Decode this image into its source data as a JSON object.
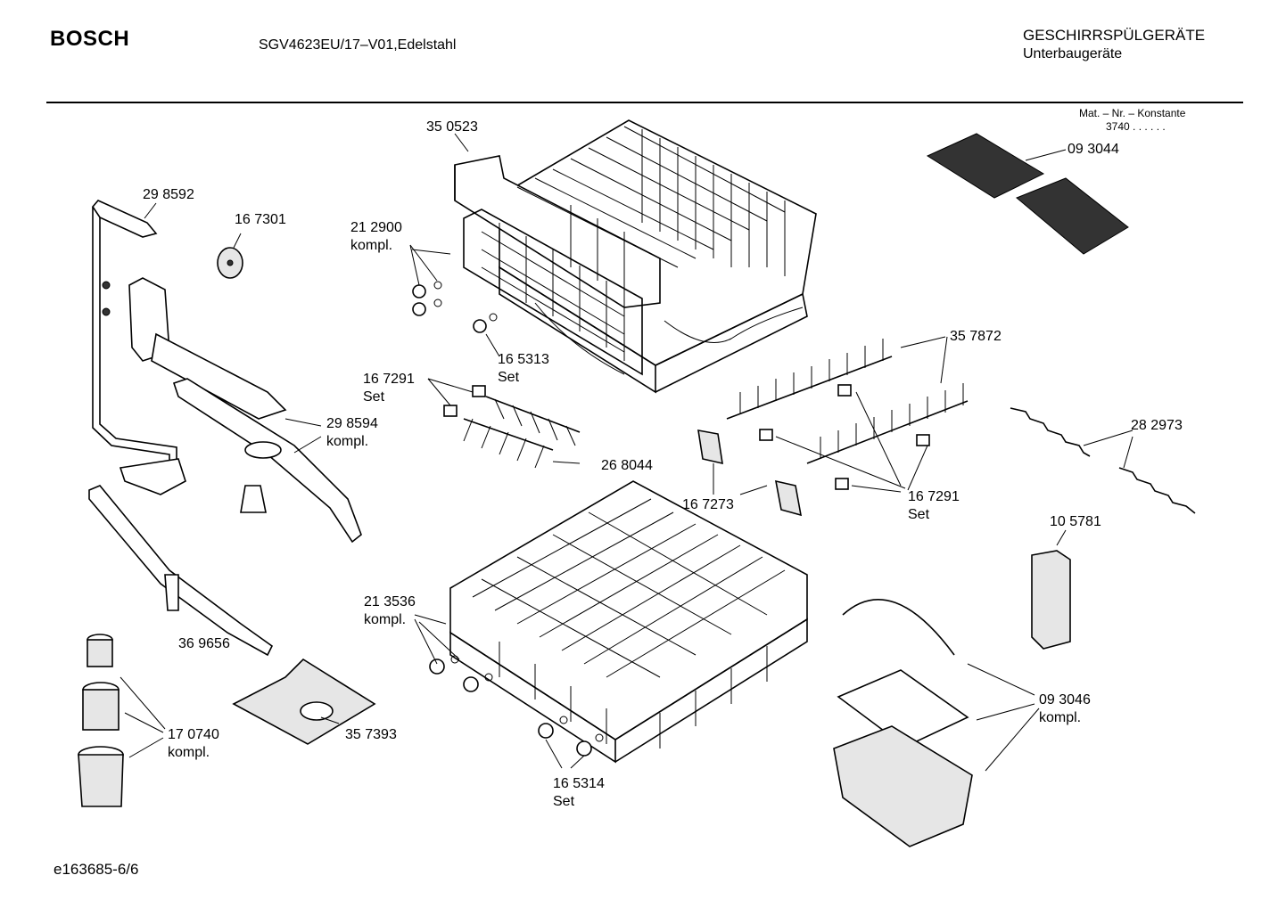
{
  "header": {
    "brand": "BOSCH",
    "model": "SGV4623EU/17–V01,Edelstahl",
    "category_line1": "GESCHIRRSPÜLGERÄTE",
    "category_line2": "Unterbaugeräte",
    "mat_title": "Mat. – Nr. – Konstante",
    "mat_value": "3740 . . . . . ."
  },
  "footer": {
    "code": "e163685-6/6"
  },
  "parts": [
    {
      "number": "35 0523",
      "note": ""
    },
    {
      "number": "21 2900",
      "note": "kompl."
    },
    {
      "number": "16 5313",
      "note": "Set"
    },
    {
      "number": "29 8592",
      "note": ""
    },
    {
      "number": "16 7301",
      "note": ""
    },
    {
      "number": "16 7291",
      "note": "Set"
    },
    {
      "number": "26 8044",
      "note": ""
    },
    {
      "number": "29 8594",
      "note": "kompl."
    },
    {
      "number": "09 3044",
      "note": ""
    },
    {
      "number": "35 7872",
      "note": ""
    },
    {
      "number": "28 2973",
      "note": ""
    },
    {
      "number": "16 7273",
      "note": ""
    },
    {
      "number": "16 7291",
      "note": "Set"
    },
    {
      "number": "10 5781",
      "note": ""
    },
    {
      "number": "21 3536",
      "note": "kompl."
    },
    {
      "number": "36 9656",
      "note": ""
    },
    {
      "number": "09 3046",
      "note": "kompl."
    },
    {
      "number": "17 0740",
      "note": "kompl."
    },
    {
      "number": "35 7393",
      "note": ""
    },
    {
      "number": "16 5314",
      "note": "Set"
    }
  ]
}
